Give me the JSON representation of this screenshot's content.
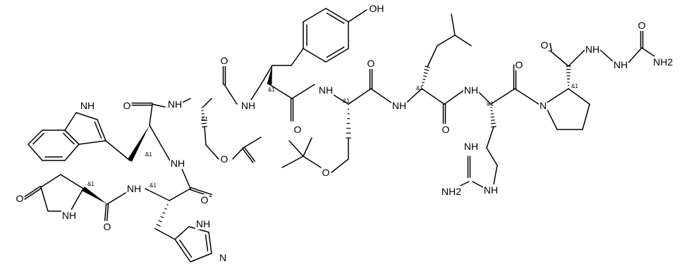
{
  "atoms": {
    "OH": "OH",
    "O": "O",
    "N": "N",
    "H": "H",
    "NH": "NH",
    "NH2": "NH2",
    "HN": "HN",
    "H_N": "H N",
    "N_H": "N",
    "HNs": "HN"
  },
  "stereo": "&1",
  "colors": {
    "bond": "#000000",
    "background": "#ffffff"
  }
}
